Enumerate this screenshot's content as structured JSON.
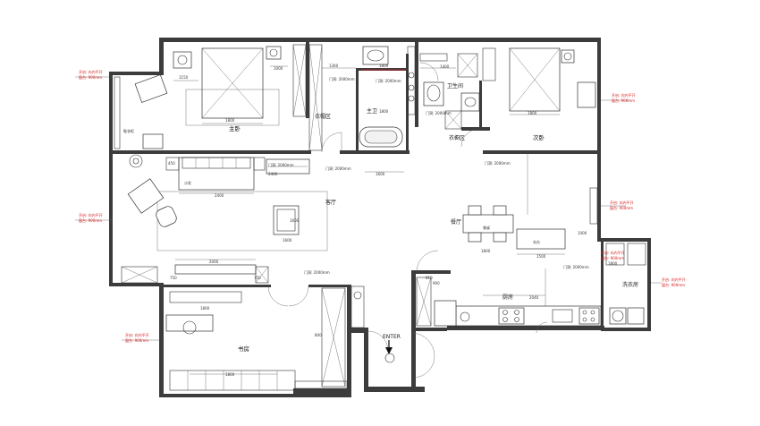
{
  "rooms": {
    "master_bedroom": "主卧",
    "walkin_closet": "衣帽区",
    "master_bath": "主卫",
    "master_bath_dim": "1800",
    "bathroom": "卫生间",
    "wardrobe_area": "衣橱区",
    "second_bedroom": "次卧",
    "living_room": "客厅",
    "sofa": "沙发",
    "dining_room": "餐厅",
    "dining_table": "餐桌",
    "island": "岛台",
    "kitchen": "厨房",
    "laundry": "洗衣房",
    "study": "书房",
    "entrance": "ENTER",
    "shoe_cabinet": "鞋衣柜"
  },
  "dimensions": {
    "d1": "1150",
    "d2": "1800",
    "d3": "1000",
    "d4": "1360",
    "d5": "1800",
    "d6": "1400",
    "d7": "1800",
    "d8": "450",
    "d9": "2400",
    "d10": "2400",
    "d11": "2000",
    "d12": "1600",
    "d13": "1600",
    "d14": "1600",
    "d15": "1500",
    "d16": "1000",
    "d17": "1800",
    "d18": "2040",
    "d19": "900",
    "d20": "750",
    "d21": "1800",
    "d22": "1800",
    "d23": "800",
    "d24": "810",
    "d25": "750",
    "d26": "1800"
  },
  "door_tags": {
    "t1": "门洞: 2000mm",
    "t2": "门洞: 2000mm",
    "t3": "门洞: 2000mm",
    "t4": "门洞: 2000mm",
    "t5": "门洞: 2000mm",
    "t6": "门洞: 2000mm",
    "t7": "门洞: 2000mm",
    "t8": "门洞: 2000mm"
  },
  "window_notes": {
    "w1a": "开启: 向内平开",
    "w1b": "窗台: 900mm",
    "w2a": "开启: 向内平开",
    "w2b": "窗台: 900mm",
    "w3a": "开启: 向内平开",
    "w3b": "窗台: 900mm",
    "w4a": "开启: 向内平开",
    "w4b": "窗台: 900mm",
    "w5a": "开启: 向内平开",
    "w5b": "窗台: 900mm",
    "w6a": "开启: 向内平开",
    "w6b": "窗台: 900mm",
    "w7a": "开启: 向内平开",
    "w7b": "窗台: 900mm"
  },
  "colors": {
    "wall": "#3c3c3c",
    "line": "#333333",
    "accent_red": "#d62020",
    "background": "#ffffff"
  }
}
